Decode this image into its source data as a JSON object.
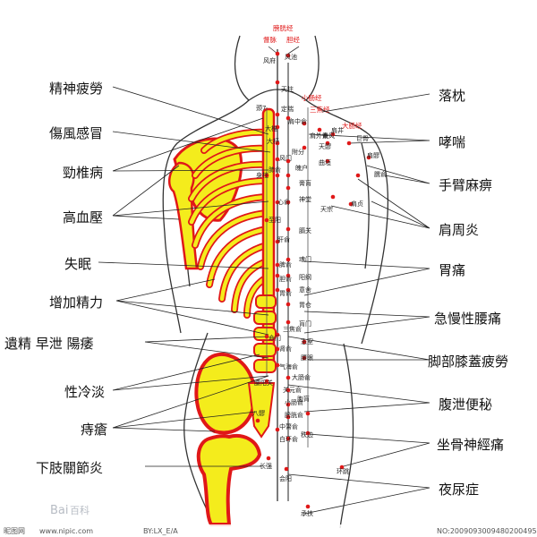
{
  "meridians": {
    "bladder": "膀胱经",
    "du": "督脉",
    "gallbladder": "胆经",
    "small_intestine": "小肠经",
    "san_jiao": "三焦经",
    "large_intestine": "大肠经"
  },
  "left_labels": [
    "精神疲勞",
    "傷風感冒",
    "勁椎病",
    "高血壓",
    "失眠",
    "增加精力",
    "遺精 早泄 陽痿",
    "性冷淡",
    "痔瘡",
    "下肢關節炎"
  ],
  "right_labels": [
    "落枕",
    "哮喘",
    "手臂麻痹",
    "肩周炎",
    "胃痛",
    "急慢性腰痛",
    "脚部膝蓋疲勞",
    "腹泄便秘",
    "坐骨神經痛",
    "夜尿症"
  ],
  "points": [
    "风府",
    "风池",
    "天柱",
    "颈7",
    "定喘",
    "大椎",
    "肩中俞",
    "肩外俞",
    "巨骨",
    "大杼",
    "风门",
    "天髎",
    "附分",
    "秉风",
    "肩井",
    "曲垣",
    "肩髎",
    "臑俞",
    "肺俞",
    "魄户",
    "身柱",
    "膏肓",
    "神堂",
    "心俞",
    "至阳",
    "肝俞",
    "膈关",
    "天宗",
    "肩贞",
    "脾俞",
    "魂门",
    "胃俞",
    "阳纲",
    "胆俞",
    "意舍",
    "胃仓",
    "肓门",
    "命门",
    "三焦俞",
    "志室",
    "肾俞",
    "腰眼",
    "大肠俞",
    "气海俞",
    "腰阳关",
    "关元俞",
    "小肠俞",
    "胞肓",
    "膀胱俞",
    "中膂俞",
    "秩边",
    "白环俞",
    "八髎",
    "长强",
    "会阳",
    "环跳",
    "承扶"
  ],
  "watermark": {
    "left": "昵图网",
    "url": "www.nipic.com",
    "baidu": "Bai",
    "baidu_suffix": "百科",
    "credit": "BY:LX_E/A",
    "id": "NO:20090930094802004954"
  }
}
